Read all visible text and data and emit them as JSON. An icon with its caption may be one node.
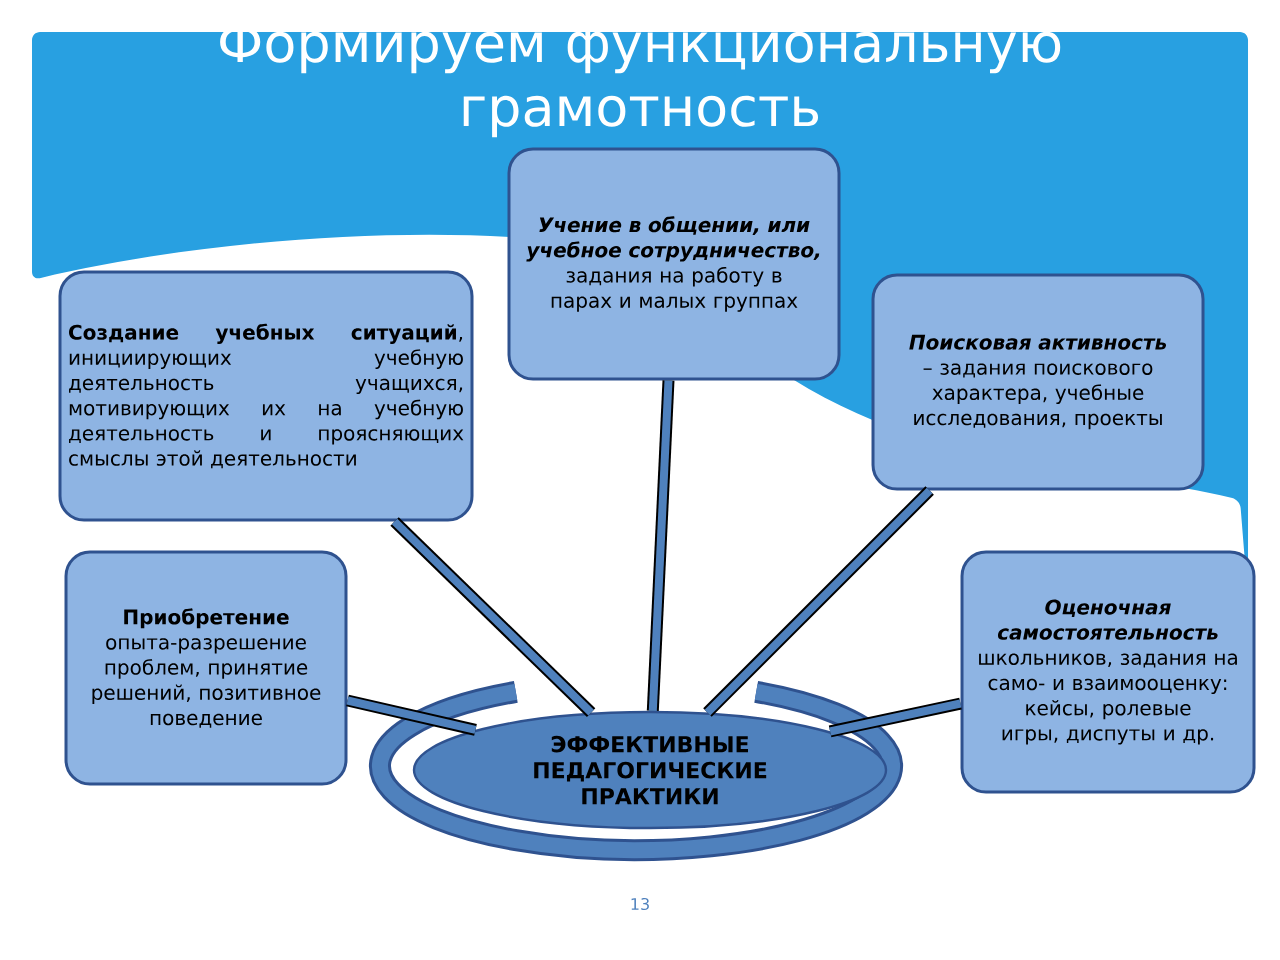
{
  "diagram": {
    "title": "Формируем функциональную грамотность",
    "nodes": [
      {
        "text": [
          "ЭФФЕКТИВНЫЕ ПЕДАГОГИЧЕСКИЕ ПРАКТИКИ"
        ]
      },
      {
        "text": [
          "Учение в общении, или учебное сотрудничество,",
          "задания на работу в парах и малых группах"
        ]
      },
      {
        "text": [
          "**Создание учебных ситуаций**, инициирующих учебную деятельность учащихся, мотивирующих их на учебную деятельность и проясняющих смыслы этой деятельности"
        ]
      },
      {
        "text": [
          "Поисковая активность",
          "– задания поискового характера, учебные исследования, проекты"
        ]
      },
      {
        "text": [
          "Приобретение",
          "опыта-разрешение проблем, принятие решений, позитивное поведение"
        ]
      },
      {
        "text": [
          "Оценочная самостоятельность",
          "школьников, задания на само- и взаимооценку: кейсы, ролевые игры, диспуты и др."
        ]
      }
    ],
    "edges": [
      {
        "from": 2,
        "to": 0,
        "arrow": "none"
      },
      {
        "from": 1,
        "to": 0,
        "arrow": "none"
      },
      {
        "from": 3,
        "to": 0,
        "arrow": "none"
      },
      {
        "from": 4,
        "to": 0,
        "arrow": "none"
      },
      {
        "from": 5,
        "to": 0,
        "arrow": "none"
      }
    ],
    "labels": [
      "13"
    ]
  }
}
